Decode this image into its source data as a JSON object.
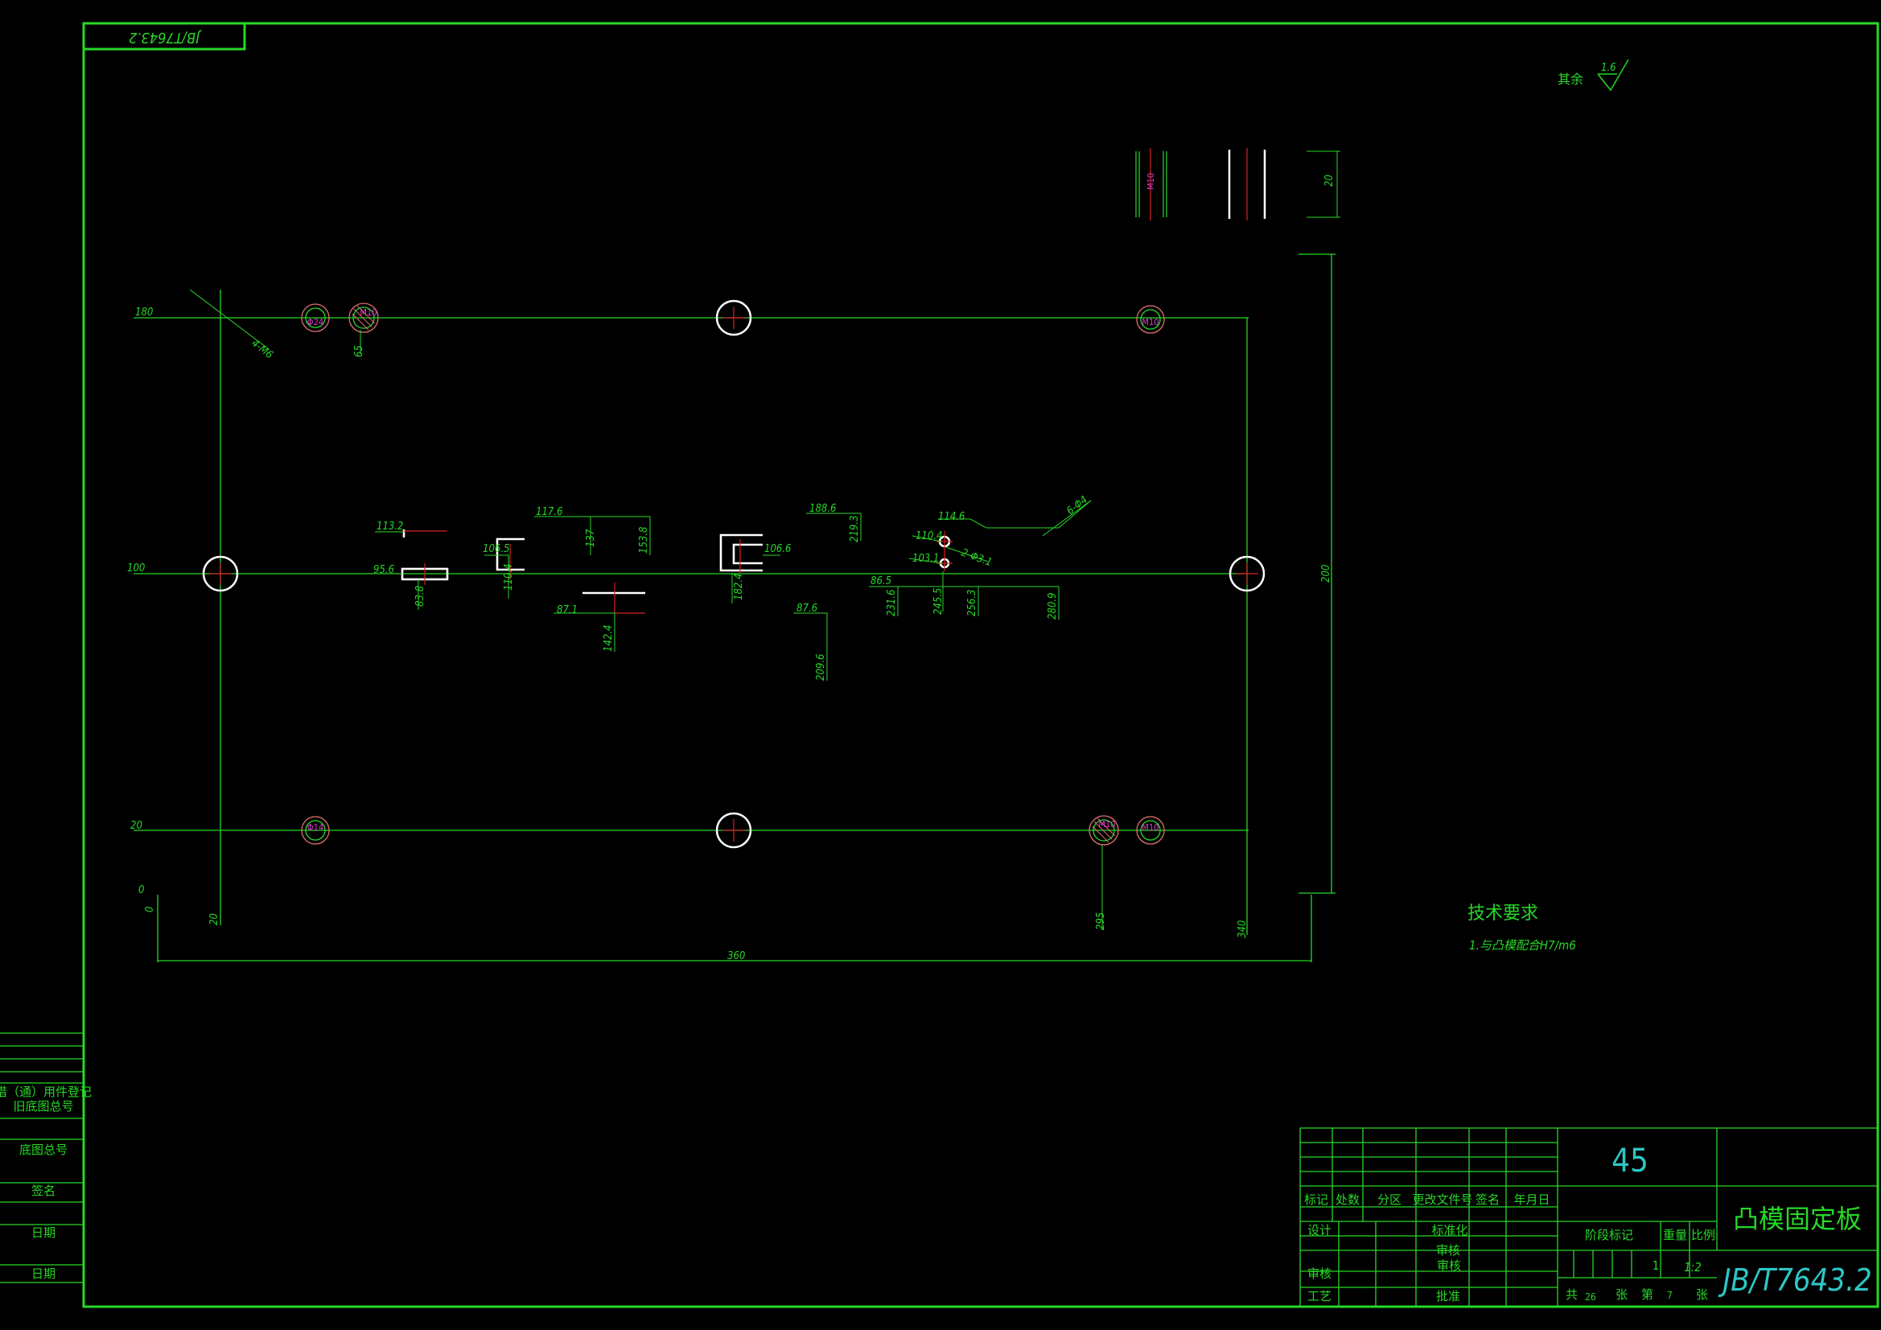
{
  "corner_code": "JB/T7643.2",
  "surface": {
    "prefix": "其余",
    "value": "1.6"
  },
  "section_label": "M10",
  "dims": {
    "180": "180",
    "100": "100",
    "20": "20",
    "0": "0",
    "x20": "20",
    "x295": "295",
    "x340": "340",
    "w360": "360",
    "h200": "200",
    "h20": "20",
    "d4m6": "4-M6",
    "d65": "65",
    "d1132": "113.2",
    "d956": "95.6",
    "d838": "83.8",
    "d1065": "106.5",
    "d1104": "110.4",
    "d1176": "117.6",
    "d137": "137",
    "d1538": "153.8",
    "d871": "87.1",
    "d1424": "142.4",
    "d1066": "106.6",
    "d1824": "182.4",
    "d1886": "188.6",
    "d2193": "219.3",
    "d876": "87.6",
    "d2096": "209.6",
    "d1146": "114.6",
    "d1104b": "110.4",
    "d1031": "103.1",
    "d2phi": "2-Φ3.1",
    "d6phi": "6-Φ4",
    "d865": "86.5",
    "d2316": "231.6",
    "d2455": "245.5",
    "d2563": "256.3",
    "d2809": "280.9"
  },
  "hole_labels": {
    "h1": "Φ24",
    "h2": "M10",
    "h3": "M10",
    "h4": "Φ14",
    "h5": "M10",
    "h6": "M10"
  },
  "tech": {
    "title": "技术要求",
    "note1": "1.与凸模配合H7/m6"
  },
  "left_strip": {
    "r1": "借（通）用件登记",
    "r2": "旧底图总号",
    "r3": "底图总号",
    "r4": "签名",
    "r5": "日期",
    "r6": "日期"
  },
  "title_block": {
    "material": "45",
    "part_name": "凸模固定板",
    "drawing_no": "JB/T7643.2",
    "hdr": {
      "mark": "标记",
      "count": "处数",
      "zone": "分区",
      "doc": "更改文件号",
      "sign": "签名",
      "date": "年月日"
    },
    "rows": {
      "design": "设计",
      "std": "标准化",
      "drawn": "审核",
      "check": "审核",
      "process": "工艺",
      "approve": "批准"
    },
    "stage_hdr": {
      "stage": "阶段标记",
      "weight": "重量",
      "scale": "比例"
    },
    "qty": "1",
    "scale": "1:2",
    "total_label": "共",
    "total": "26",
    "sheet_label": "张",
    "nth_label": "第",
    "nth": "7",
    "nth_unit": "张"
  },
  "colors": {
    "frame": "#27d827",
    "center": "#d62020",
    "hole": "#ffffff",
    "text_cyan": "#2ec6c6",
    "thread": "#e23ad0"
  }
}
